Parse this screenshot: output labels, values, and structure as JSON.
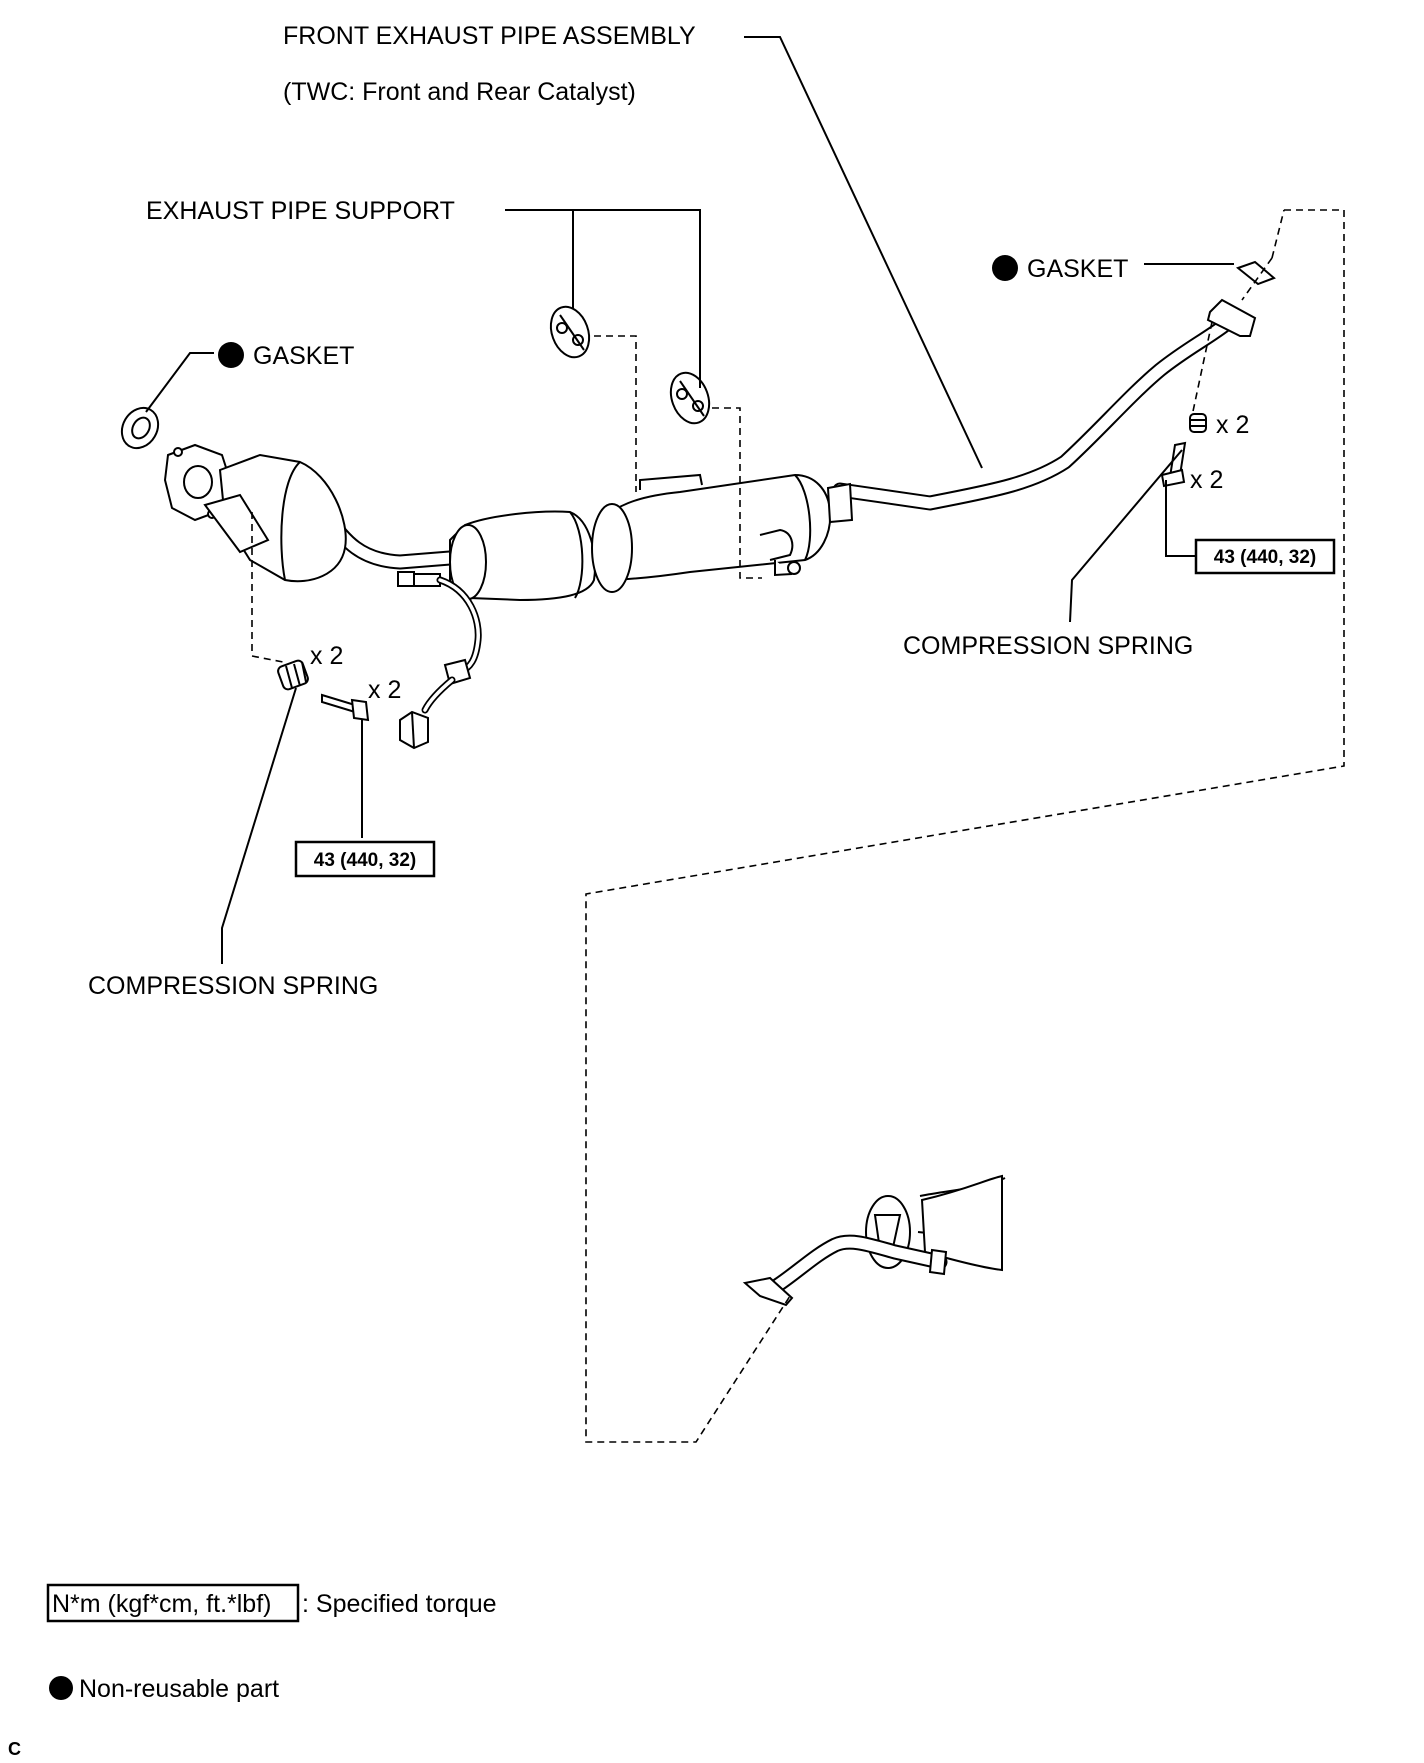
{
  "labels": {
    "front_pipe": "FRONT EXHAUST PIPE ASSEMBLY",
    "front_pipe_sub": "(TWC: Front and Rear Catalyst)",
    "pipe_support": "EXHAUST PIPE SUPPORT",
    "gasket_left": "GASKET",
    "gasket_right": "GASKET",
    "x2_spring_left": "x 2",
    "x2_bolt_left": "x 2",
    "x2_spring_right": "x 2",
    "x2_bolt_right": "x 2",
    "spring_left": "COMPRESSION SPRING",
    "spring_right": "COMPRESSION SPRING"
  },
  "torque": {
    "left": "43 (440, 32)",
    "right": "43 (440, 32)"
  },
  "legend": {
    "torque_unit": "N*m (kgf*cm, ft.*lbf)",
    "torque_desc": ": Specified torque",
    "nonreusable_desc": "Non-reusable part"
  },
  "corner_mark": "C"
}
